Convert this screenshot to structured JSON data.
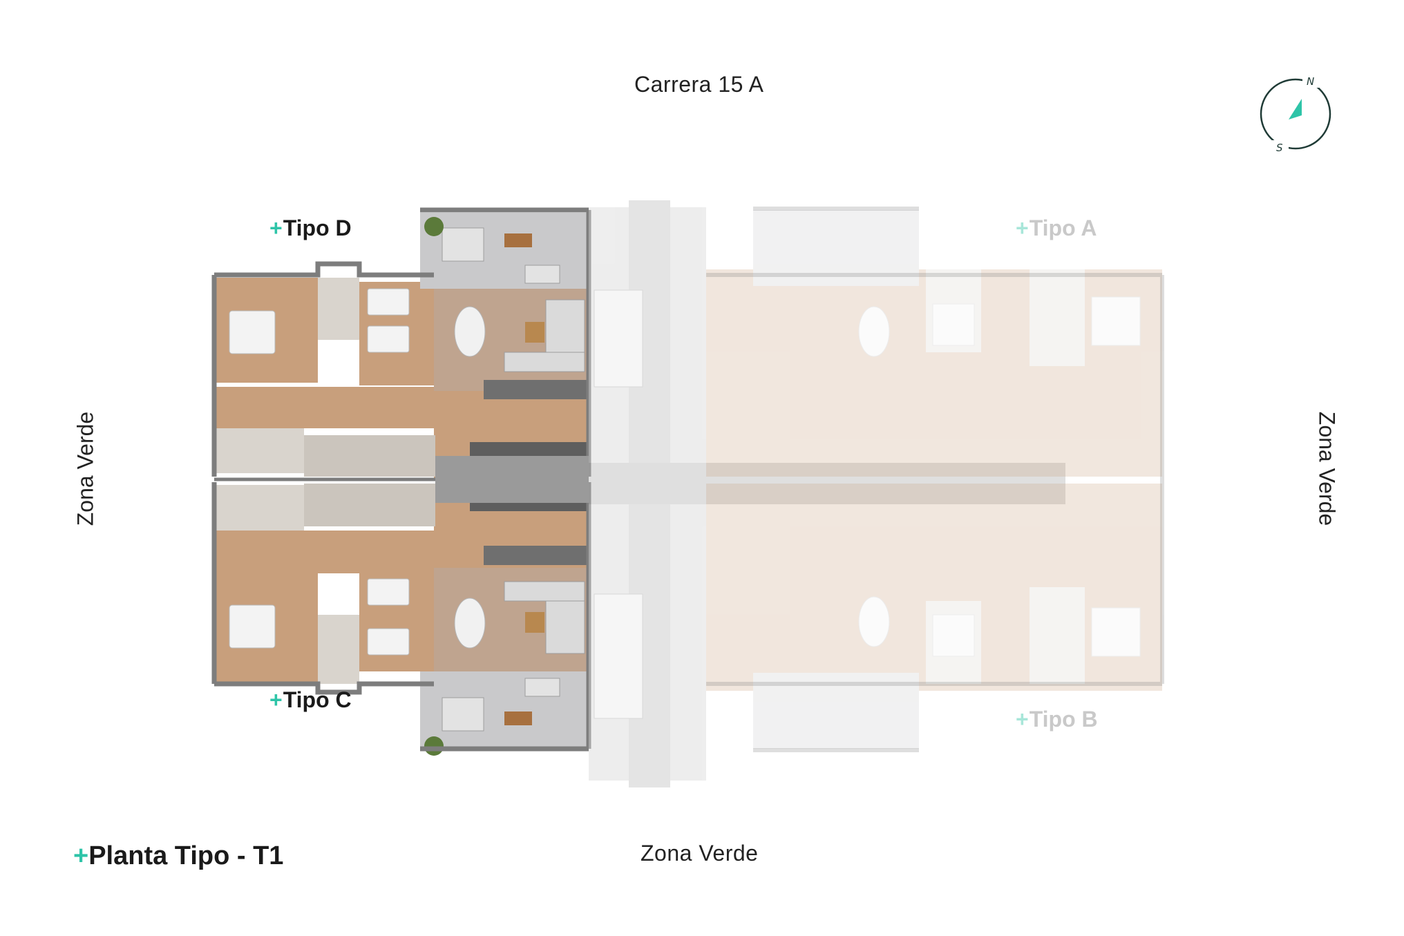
{
  "streets": {
    "top": "Carrera 15 A",
    "bottom": "Zona Verde",
    "left": "Zona Verde",
    "right": "Zona Verde"
  },
  "units": {
    "d": {
      "plus": "+",
      "label": "Tipo D"
    },
    "c": {
      "plus": "+",
      "label": "Tipo C"
    },
    "a": {
      "plus": "+",
      "label": "Tipo A"
    },
    "b": {
      "plus": "+",
      "label": "Tipo B"
    }
  },
  "plan_title": {
    "plus": "+",
    "label": "Planta Tipo - T1"
  },
  "compass": {
    "north": "N",
    "south": "S"
  },
  "colors": {
    "accent": "#2ec4a8",
    "wall": "#7d7d7d",
    "wood_floor": "#c89f7c",
    "tile_floor": "#d9d4cd",
    "terrace": "#c9c9cb",
    "corridor": "#9a9a9a",
    "faded_overlay": "#ffffff"
  }
}
